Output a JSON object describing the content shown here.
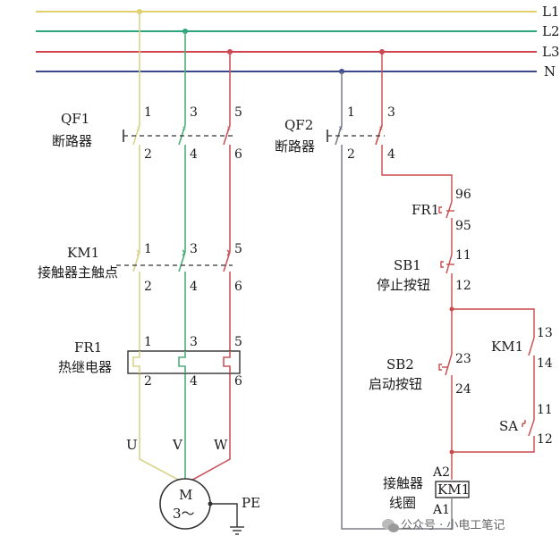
{
  "colors": {
    "L1": "#e2d16a",
    "L2": "#2aa67a",
    "L3": "#d0454f",
    "N": "#3a4a8c",
    "control": "#c94b4b",
    "neutral_return": "#7a7f86",
    "phase_u": "#d8d48a",
    "phase_v": "#4caf7a",
    "phase_w": "#c9565f"
  },
  "bus": {
    "L1": "L1",
    "L2": "L2",
    "L3": "L3",
    "N": "N"
  },
  "qf1": {
    "id": "QF1",
    "name": "断路器",
    "t1": "1",
    "t2": "2",
    "t3": "3",
    "t4": "4",
    "t5": "5",
    "t6": "6"
  },
  "km1_main": {
    "id": "KM1",
    "name": "接触器主触点",
    "t1": "1",
    "t2": "2",
    "t3": "3",
    "t4": "4",
    "t5": "5",
    "t6": "6"
  },
  "fr1_main": {
    "id": "FR1",
    "name": "热继电器",
    "t1": "1",
    "t2": "2",
    "t3": "3",
    "t4": "4",
    "t5": "5",
    "t6": "6"
  },
  "motor": {
    "label": "M",
    "sub": "3～",
    "u": "U",
    "v": "V",
    "w": "W",
    "pe": "PE"
  },
  "qf2": {
    "id": "QF2",
    "name": "断路器",
    "t1": "1",
    "t2": "2",
    "t3": "3",
    "t4": "4"
  },
  "fr1_aux": {
    "id": "FR1",
    "t96": "96",
    "t95": "95"
  },
  "sb1": {
    "id": "SB1",
    "name": "停止按钮",
    "t11": "11",
    "t12": "12"
  },
  "sb2": {
    "id": "SB2",
    "name": "启动按钮",
    "t23": "23",
    "t24": "24"
  },
  "km1_aux": {
    "id": "KM1",
    "t13": "13",
    "t14": "14"
  },
  "sa": {
    "id": "SA",
    "t11": "11",
    "t12": "12"
  },
  "coil": {
    "name_line1": "接触器",
    "name_line2": "线圈",
    "id": "KM1",
    "a2": "A2",
    "a1": "A1"
  },
  "watermark": {
    "text": "公众号 · 小电工笔记",
    "icon": "wechat-icon"
  }
}
